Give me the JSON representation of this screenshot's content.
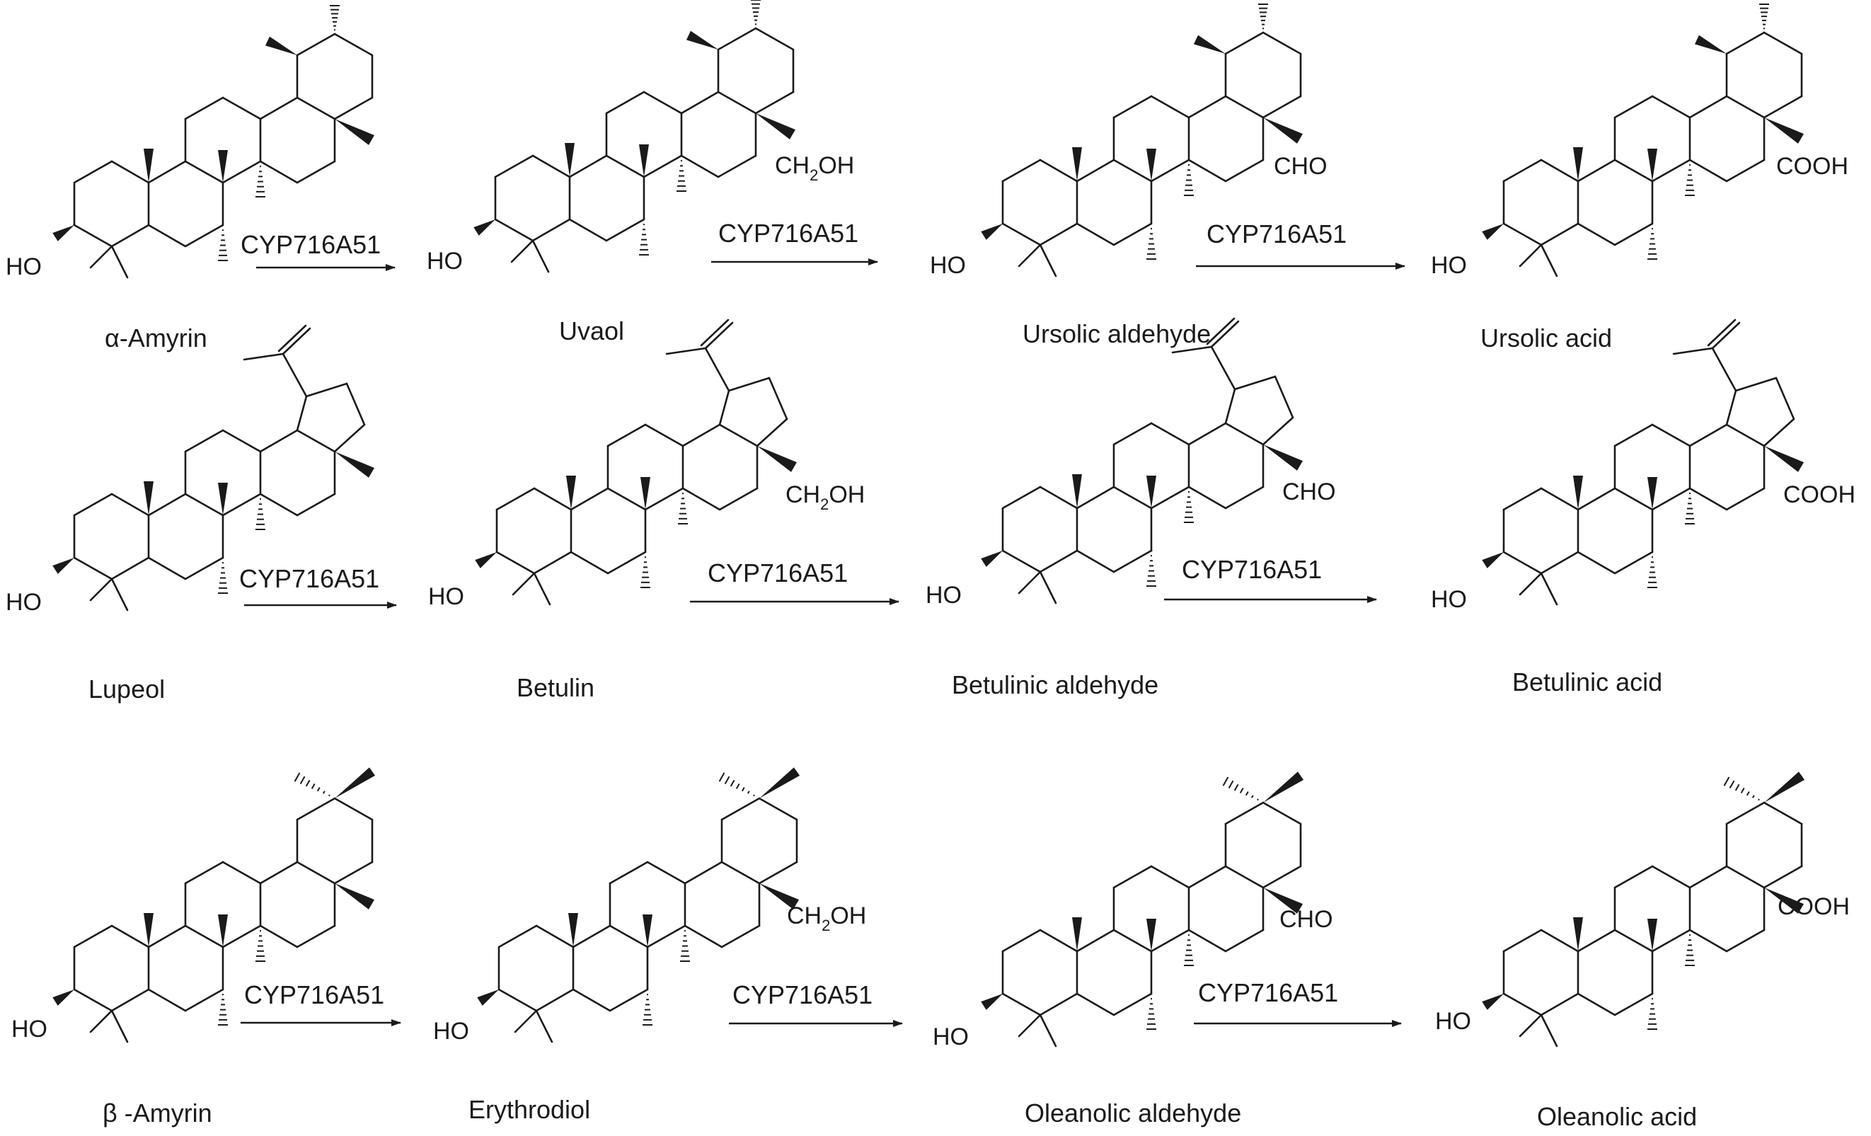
{
  "enzyme": "CYP716A51",
  "groups": {
    "ho": "HO",
    "ch2oh_pre": "CH",
    "ch2oh_sub": "2",
    "ch2oh_post": "OH",
    "cho": "CHO",
    "cooh": "COOH"
  },
  "pathways": [
    {
      "type": "ursane",
      "compounds": [
        "α-Amyrin",
        "Uvaol",
        "Ursolic aldehyde",
        "Ursolic acid"
      ]
    },
    {
      "type": "lupane",
      "compounds": [
        "Lupeol",
        "Betulin",
        "Betulinic aldehyde",
        "Betulinic acid"
      ]
    },
    {
      "type": "oleanane",
      "compounds": [
        "β  -Amyrin",
        "Erythrodiol",
        "Oleanolic aldehyde",
        "Oleanolic acid"
      ]
    }
  ],
  "colors": {
    "ink": "#1a1a1a",
    "background": "#ffffff"
  }
}
